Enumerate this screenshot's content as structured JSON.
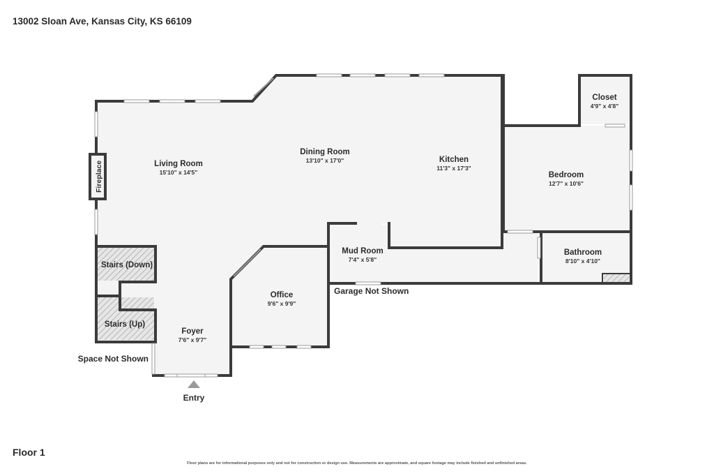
{
  "header": {
    "address": "13002 Sloan Ave, Kansas City, KS 66109"
  },
  "footer": {
    "floor_label": "Floor 1",
    "disclaimer": "Floor plans are for informational purposes only and not for construction or design use. Measurements are approximate, and square footage may include finished and unfinished areas."
  },
  "rooms": [
    {
      "name": "Living Room",
      "dims": "15'10\" x 14'5\""
    },
    {
      "name": "Dining Room",
      "dims": "13'10\" x 17'0\""
    },
    {
      "name": "Kitchen",
      "dims": "11'3\" x 17'3\""
    },
    {
      "name": "Closet",
      "dims": "4'9\" x 4'8\""
    },
    {
      "name": "Bedroom",
      "dims": "12'7\" x 10'6\""
    },
    {
      "name": "Mud Room",
      "dims": "7'4\" x 5'8\""
    },
    {
      "name": "Bathroom",
      "dims": "8'10\" x 4'10\""
    },
    {
      "name": "Office",
      "dims": "9'6\" x 9'9\""
    },
    {
      "name": "Foyer",
      "dims": "7'6\" x 9'7\""
    }
  ],
  "labels": {
    "fireplace": "Fireplace",
    "stairs_down": "Stairs (Down)",
    "stairs_up": "Stairs (Up)",
    "garage_note": "Garage Not Shown",
    "space_note": "Space Not Shown",
    "entry": "Entry"
  },
  "colors": {
    "wall": "#3b3b3b",
    "floor": "#f4f4f4",
    "stair_hatch": "#bdbdbd"
  },
  "icons": {
    "entry": "entry-arrow-icon"
  }
}
